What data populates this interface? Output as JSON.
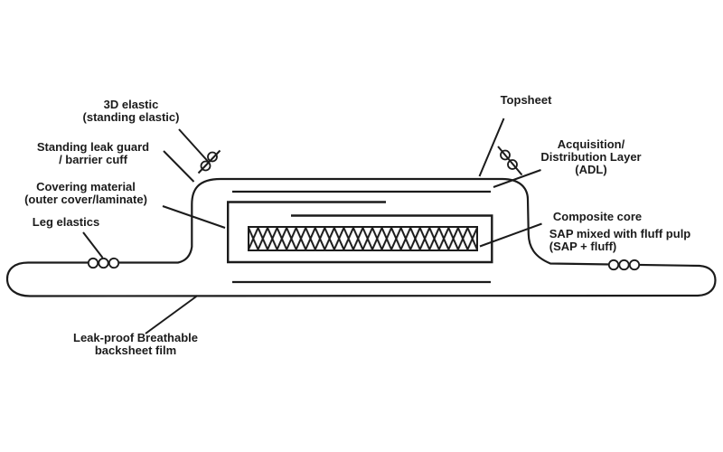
{
  "colors": {
    "background": "#ffffff",
    "ink": "#1b1b1b"
  },
  "labels": {
    "elastic_3d": {
      "line1": "3D elastic",
      "line2": "(standing elastic)"
    },
    "leak_guard": {
      "line1": "Standing leak guard",
      "line2": "/ barrier cuff"
    },
    "covering": {
      "line1": "Covering material",
      "line2": "(outer cover/laminate)"
    },
    "leg_elastics": {
      "line1": "Leg elastics"
    },
    "backsheet": {
      "line1": "Leak-proof Breathable",
      "line2": "backsheet film"
    },
    "topsheet": {
      "line1": "Topsheet"
    },
    "adl": {
      "line1": "Acquisition/",
      "line2": "Distribution Layer",
      "line3": "(ADL)"
    },
    "core": {
      "line1": "Composite core",
      "line2": "SAP mixed with fluff pulp",
      "line3": "(SAP + fluff)"
    }
  },
  "symbols": {
    "standing_elastic": "circle-with-slash",
    "leg_elastic": "row-of-three-circles",
    "core_fill": "x-crosshatch"
  }
}
